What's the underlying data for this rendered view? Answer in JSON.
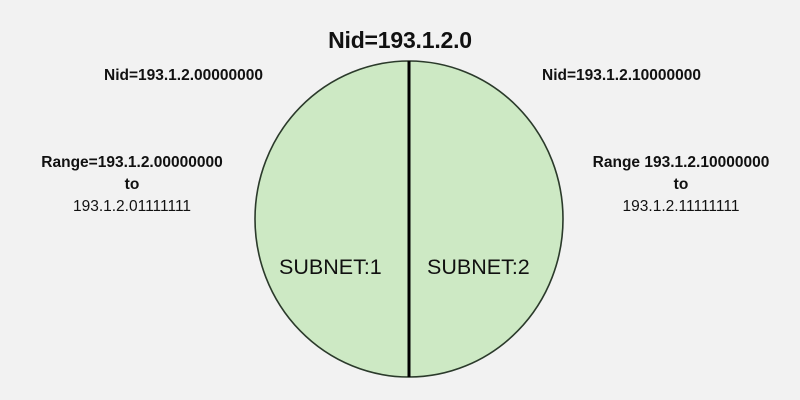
{
  "diagram": {
    "title": "Nid=193.1.2.0",
    "background_color": "#f2f2f2",
    "circle": {
      "fill_color": "#cde9c4",
      "stroke_color": "#2b3a2b",
      "divider_color": "#000000"
    },
    "halves": [
      {
        "side": "left",
        "subnet_label": "SUBNET:1",
        "nid_label": "Nid=193.1.2.00000000",
        "range": {
          "head": "Range=193.1.2.00000000",
          "to": "to",
          "tail": "193.1.2.01111111"
        }
      },
      {
        "side": "right",
        "subnet_label": "SUBNET:2",
        "nid_label": "Nid=193.1.2.10000000",
        "range": {
          "head": "Range 193.1.2.10000000",
          "to": "to",
          "tail": "193.1.2.11111111"
        }
      }
    ]
  },
  "chart_data": {
    "type": "pie",
    "title": "Nid=193.1.2.0",
    "categories": [
      "SUBNET:1",
      "SUBNET:2"
    ],
    "values": [
      50,
      50
    ],
    "legend": "none",
    "annotations": [
      "Nid=193.1.2.00000000",
      "Nid=193.1.2.10000000",
      "Range=193.1.2.00000000 to 193.1.2.01111111",
      "Range 193.1.2.10000000 to 193.1.2.11111111"
    ]
  }
}
